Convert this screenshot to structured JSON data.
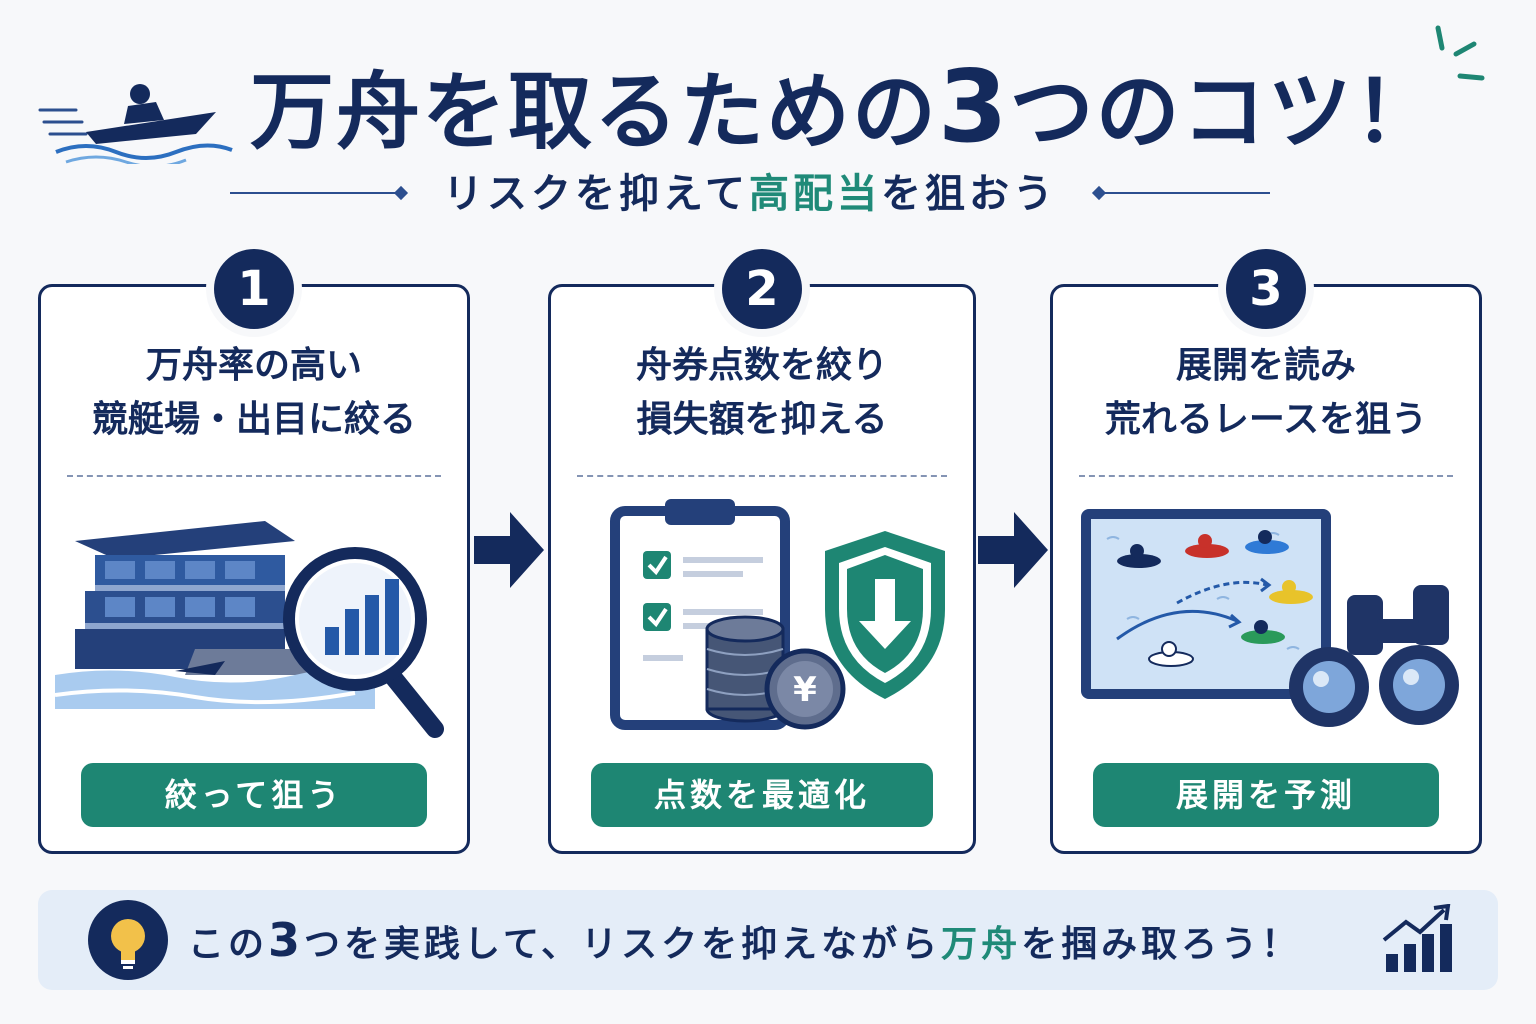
{
  "header": {
    "title_part1": "万舟を取るための",
    "title_num": "3",
    "title_part2": "つのコツ！",
    "subtitle_part1": "リスクを抑えて",
    "subtitle_accent": "高配当",
    "subtitle_part2": "を狙おう"
  },
  "cards": [
    {
      "number": "1",
      "title_line1": "万舟率の高い",
      "title_line2": "競艇場・出目に絞る",
      "pill": "絞って狙う",
      "icon": "stadium-magnifier-icon"
    },
    {
      "number": "2",
      "title_line1": "舟券点数を絞り",
      "title_line2": "損失額を抑える",
      "pill": "点数を最適化",
      "icon": "clipboard-coins-shield-icon"
    },
    {
      "number": "3",
      "title_line1": "展開を読み",
      "title_line2": "荒れるレースを狙う",
      "pill": "展開を予測",
      "icon": "race-board-binoculars-icon"
    }
  ],
  "footer": {
    "part1": "この",
    "num": "3",
    "part2": "つを実践して、リスクを抑えながら",
    "accent": "万舟",
    "part3": "を掴み取ろう！"
  },
  "colors": {
    "navy": "#142a5c",
    "teal": "#1e8673",
    "light_blue": "#e4edf8",
    "yen": "¥"
  }
}
